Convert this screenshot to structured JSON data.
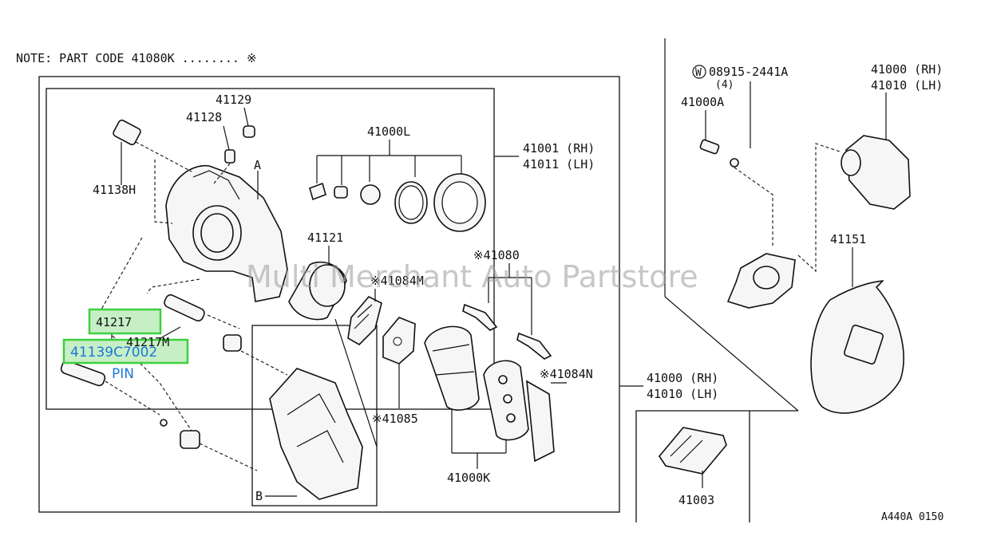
{
  "note": "NOTE: PART CODE 41080K ........ ※",
  "watermark": "Multi Merchant Auto Partstore",
  "diagram_code": "A440A 0150",
  "colors": {
    "highlight_fill": "#c6efc6",
    "highlight_stroke": "#3ecf3e",
    "highlight_text": "#1a78d6"
  },
  "labels": {
    "p41129": "41129",
    "p41128": "41128",
    "p41138h": "41138H",
    "ref_a": "A",
    "ref_b": "B",
    "p41000l": "41000L",
    "p41001_rh": "41001 (RH)",
    "p41011_lh": "41011 (LH)",
    "p41121": "41121",
    "p41084m": "※41084M",
    "p41080": "※41080",
    "p41084n": "※41084N",
    "p41085": "※41085",
    "p41000k": "41000K",
    "p41217": "41217",
    "p41217m": "41217M",
    "p41139c7002": "41139C7002",
    "pin": "PIN",
    "p41000_rh_mid": "41000 (RH)",
    "p41010_lh_mid": "41010 (LH)",
    "p41003": "41003",
    "w_bolt": "08915-2441A",
    "w_qty": "(4)",
    "p41000a": "41000A",
    "p41000_rh_top": "41000 (RH)",
    "p41010_lh_top": "41010 (LH)",
    "p41151": "41151"
  }
}
